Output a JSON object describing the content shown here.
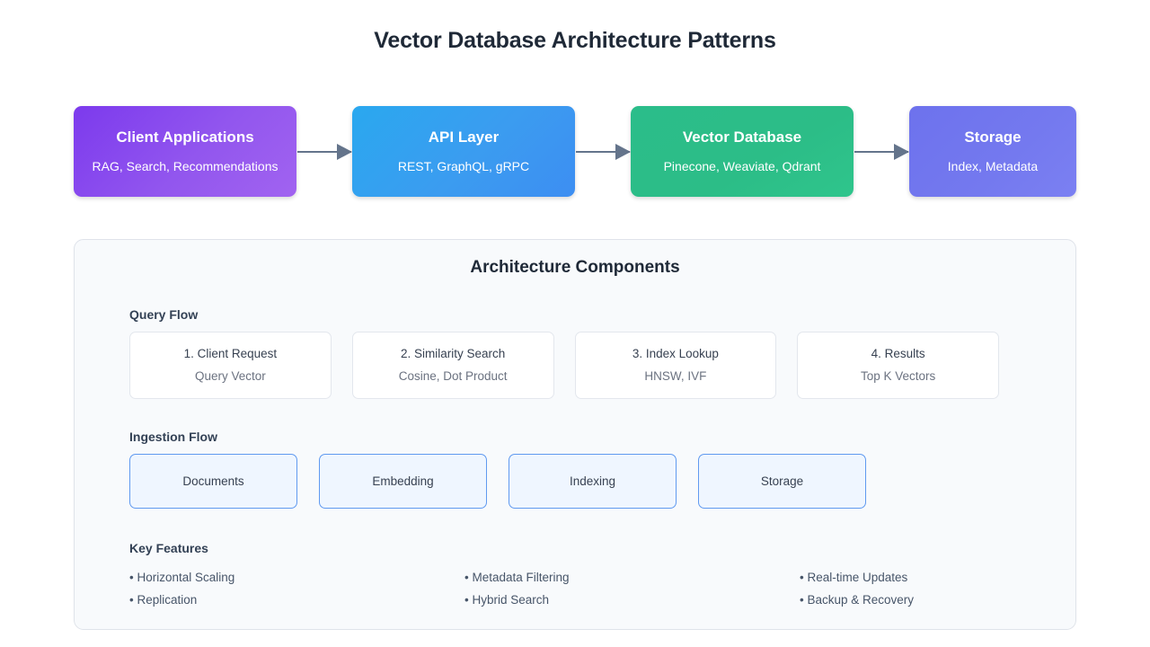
{
  "title": "Vector Database Architecture Patterns",
  "pipeline": {
    "nodes": [
      {
        "title": "Client Applications",
        "subtitle": "RAG, Search, Recommendations",
        "color": "#7c3aed"
      },
      {
        "title": "API Layer",
        "subtitle": "REST, GraphQL, gRPC",
        "color": "#2aa8ef"
      },
      {
        "title": "Vector Database",
        "subtitle": "Pinecone, Weaviate, Qdrant",
        "color": "#2bbd8a"
      },
      {
        "title": "Storage",
        "subtitle": "Index, Metadata",
        "color": "#6d72ed"
      }
    ],
    "connector_icon": "arrow-right-icon",
    "connector_color": "#64748b"
  },
  "panel": {
    "title": "Architecture Components",
    "query_flow": {
      "label": "Query Flow",
      "cards": [
        {
          "title": "1. Client Request",
          "subtitle": "Query Vector"
        },
        {
          "title": "2. Similarity Search",
          "subtitle": "Cosine, Dot Product"
        },
        {
          "title": "3. Index Lookup",
          "subtitle": "HNSW, IVF"
        },
        {
          "title": "4. Results",
          "subtitle": "Top K Vectors"
        }
      ]
    },
    "ingestion_flow": {
      "label": "Ingestion Flow",
      "cards": [
        {
          "title": "Documents"
        },
        {
          "title": "Embedding"
        },
        {
          "title": "Indexing"
        },
        {
          "title": "Storage"
        }
      ]
    },
    "key_features": {
      "label": "Key Features",
      "columns": [
        {
          "items": [
            "• Horizontal Scaling",
            "• Replication"
          ]
        },
        {
          "items": [
            "• Metadata Filtering",
            "• Hybrid Search"
          ]
        },
        {
          "items": [
            "• Real-time Updates",
            "• Backup & Recovery"
          ]
        }
      ]
    }
  }
}
